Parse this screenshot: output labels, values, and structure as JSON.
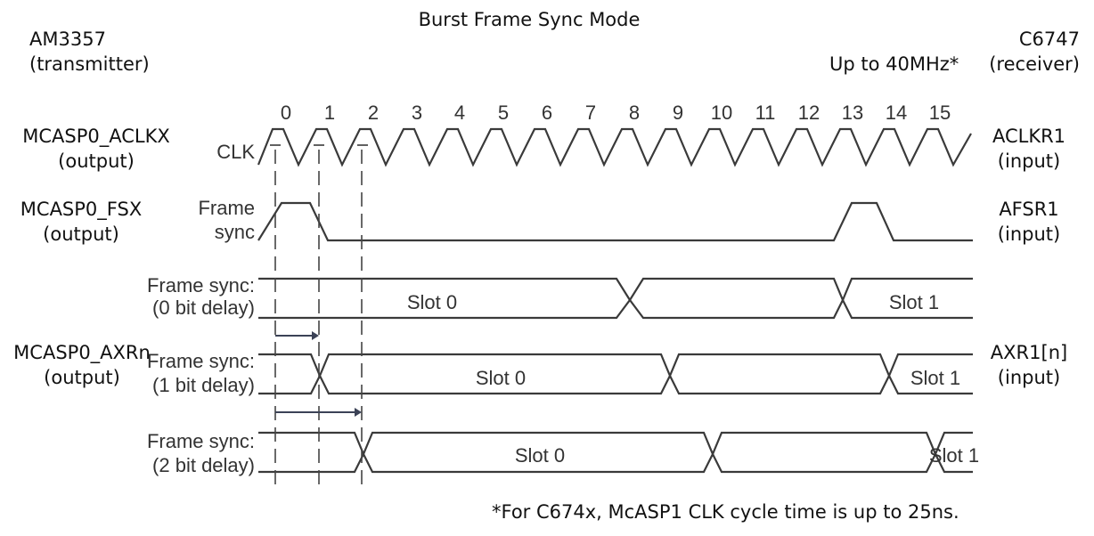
{
  "title": "Burst Frame Sync Mode",
  "left_device": {
    "name": "AM3357",
    "role": "(transmitter)"
  },
  "right_device": {
    "name": "C6747",
    "role": "(receiver)"
  },
  "clock_rate": "Up to 40MHz*",
  "left_signals": [
    {
      "name": "MCASP0_ACLKX",
      "dir": "(output)"
    },
    {
      "name": "MCASP0_FSX",
      "dir": "(output)"
    },
    {
      "name": "MCASP0_AXRn",
      "dir": "(output)"
    }
  ],
  "right_signals": [
    {
      "name": "ACLKR1",
      "dir": "(input)"
    },
    {
      "name": "AFSR1",
      "dir": "(input)"
    },
    {
      "name": "AXR1[n]",
      "dir": "(input)"
    }
  ],
  "waveform_labels": {
    "clk": "CLK",
    "frame_sync_1": "Frame",
    "frame_sync_2": "sync",
    "fs0_1": "Frame sync:",
    "fs0_2": "(0 bit delay)",
    "fs1_1": "Frame sync:",
    "fs1_2": "(1 bit delay)",
    "fs2_1": "Frame sync:",
    "fs2_2": "(2 bit delay)"
  },
  "clock_cycles": [
    "0",
    "1",
    "2",
    "3",
    "4",
    "5",
    "6",
    "7",
    "8",
    "9",
    "10",
    "11",
    "12",
    "13",
    "14",
    "15"
  ],
  "slots": {
    "d0_slot0": "Slot 0",
    "d0_slot1": "Slot 1",
    "d1_slot0": "Slot 0",
    "d1_slot1": "Slot 1",
    "d2_slot0": "Slot 0",
    "d2_slot1": "Slot 1"
  },
  "footnote": "*For C674x, McASP1 CLK cycle time is up to 25ns."
}
